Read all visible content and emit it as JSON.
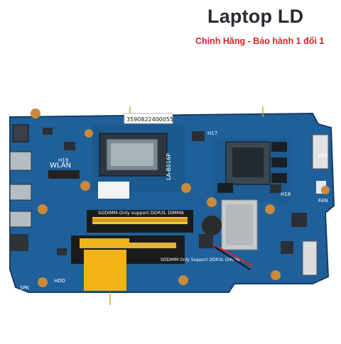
{
  "header": {
    "title": "Laptop LD",
    "subtitle": "Chính Hãng - Bảo hành 1 đổi 1"
  },
  "board": {
    "serial_sticker": "3590822400055",
    "model_label": "LA-B016P",
    "wlan_label": "WLAN",
    "sodimm_top_label": "SODIMM-Only support DDR3L DIMMA",
    "sodimm_bottom_label": "SODIMM Only Support DDR3L DIMMB",
    "connector_labels": [
      "H19",
      "H17",
      "H18",
      "HDD",
      "SPK",
      "FAN",
      "EDP"
    ],
    "colors": {
      "pcb": "#1f5f9a",
      "pcb_dark": "#163f6b",
      "sticker": "#f2b413",
      "brand_red": "#d8232a"
    }
  }
}
